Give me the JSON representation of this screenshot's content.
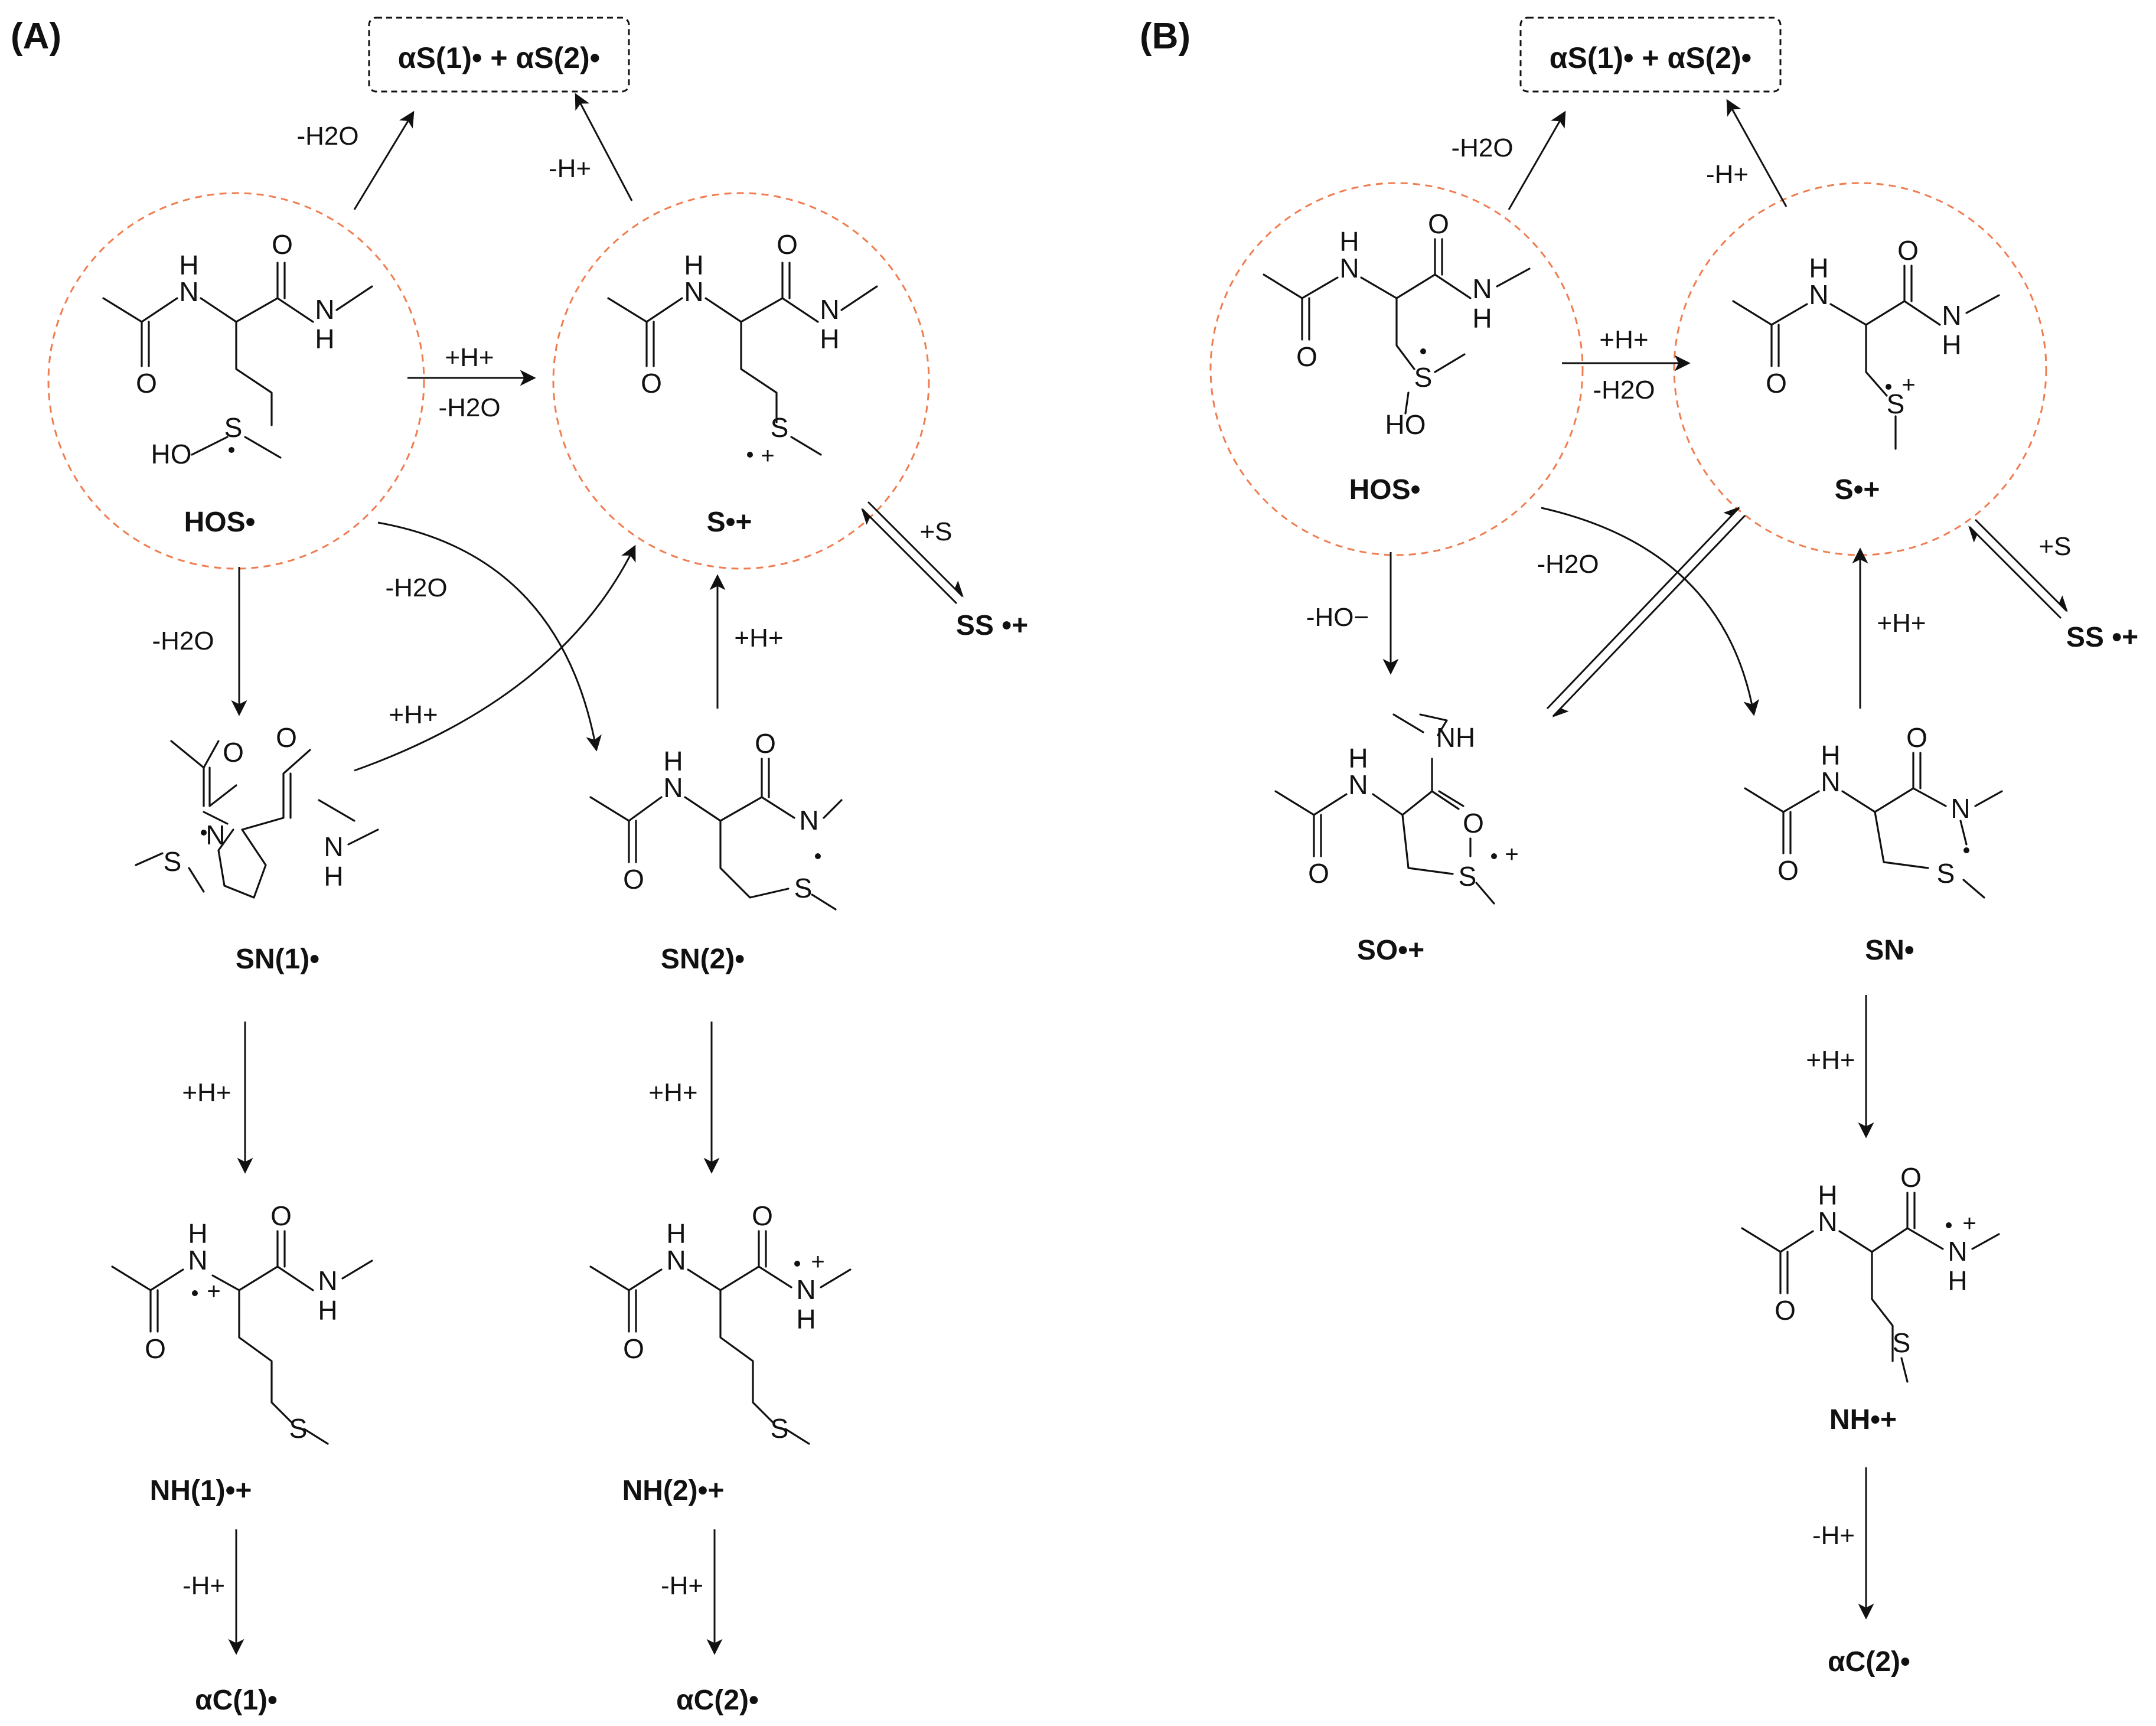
{
  "colors": {
    "ink": "#111111",
    "circle_dash": "#f07d50"
  },
  "panels": [
    {
      "id": "A",
      "tag": "(A)",
      "top_box": "αS(1)• + αS(2)•",
      "species": {
        "hos": "HOS•",
        "sradical": "S•+",
        "ss": "SS •+",
        "sn1": "SN(1)•",
        "sn2": "SN(2)•",
        "nh1": "NH(1)•+",
        "nh2": "NH(2)•+",
        "ac1": "αC(1)•",
        "ac2": "αC(2)•"
      },
      "steps": {
        "hos_to_box": "-H2O",
        "s_to_box": "-H+",
        "hos_to_s_top": "+H+",
        "hos_to_s_bottom": "-H2O",
        "s_to_ss": "+S",
        "hos_to_sn1": "-H2O",
        "hos_to_sn2": "-H2O",
        "sn1_to_s": "+H+",
        "sn2_to_s": "+H+",
        "sn1_to_nh1": "+H+",
        "sn2_to_nh2": "+H+",
        "nh1_to_ac1": "-H+",
        "nh2_to_ac2": "-H+"
      }
    },
    {
      "id": "B",
      "tag": "(B)",
      "top_box": "αS(1)• + αS(2)•",
      "species": {
        "hos": "HOS•",
        "sradical": "S•+",
        "ss": "SS •+",
        "so": "SO•+",
        "sn": "SN•",
        "nh": "NH•+",
        "ac2": "αC(2)•"
      },
      "steps": {
        "hos_to_box": "-H2O",
        "s_to_box": "-H+",
        "hos_to_s_top": "+H+",
        "hos_to_s_bottom": "-H2O",
        "s_to_ss": "+S",
        "hos_to_so": "-HO−",
        "hos_to_sn": "-H2O",
        "sn_to_s": "+H+",
        "sn_to_nh": "+H+",
        "nh_to_ac2": "-H+"
      }
    }
  ]
}
